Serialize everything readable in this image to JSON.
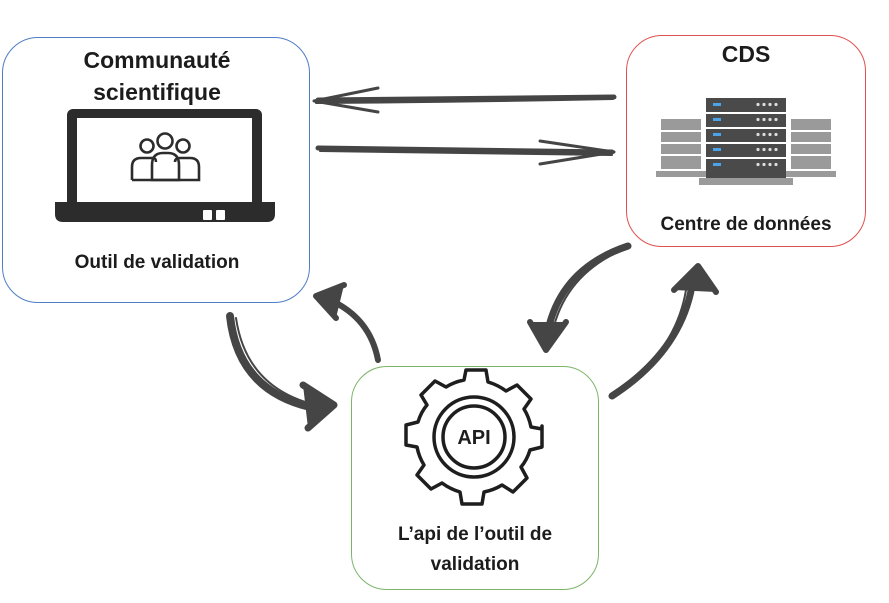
{
  "community": {
    "title": "Communauté scientifique",
    "subtitle": "Outil de validation",
    "icon": "laptop-users-icon"
  },
  "cds": {
    "title": "CDS",
    "subtitle": "Centre de données",
    "icon": "server-rack-icon"
  },
  "api": {
    "icon_text": "API",
    "subtitle": "L’api de l’outil de validation",
    "icon": "gear-api-icon"
  },
  "colors": {
    "community_border": "#4f7dc4",
    "cds_border": "#e05050",
    "api_border": "#7cb56a",
    "arrow": "#454545"
  }
}
